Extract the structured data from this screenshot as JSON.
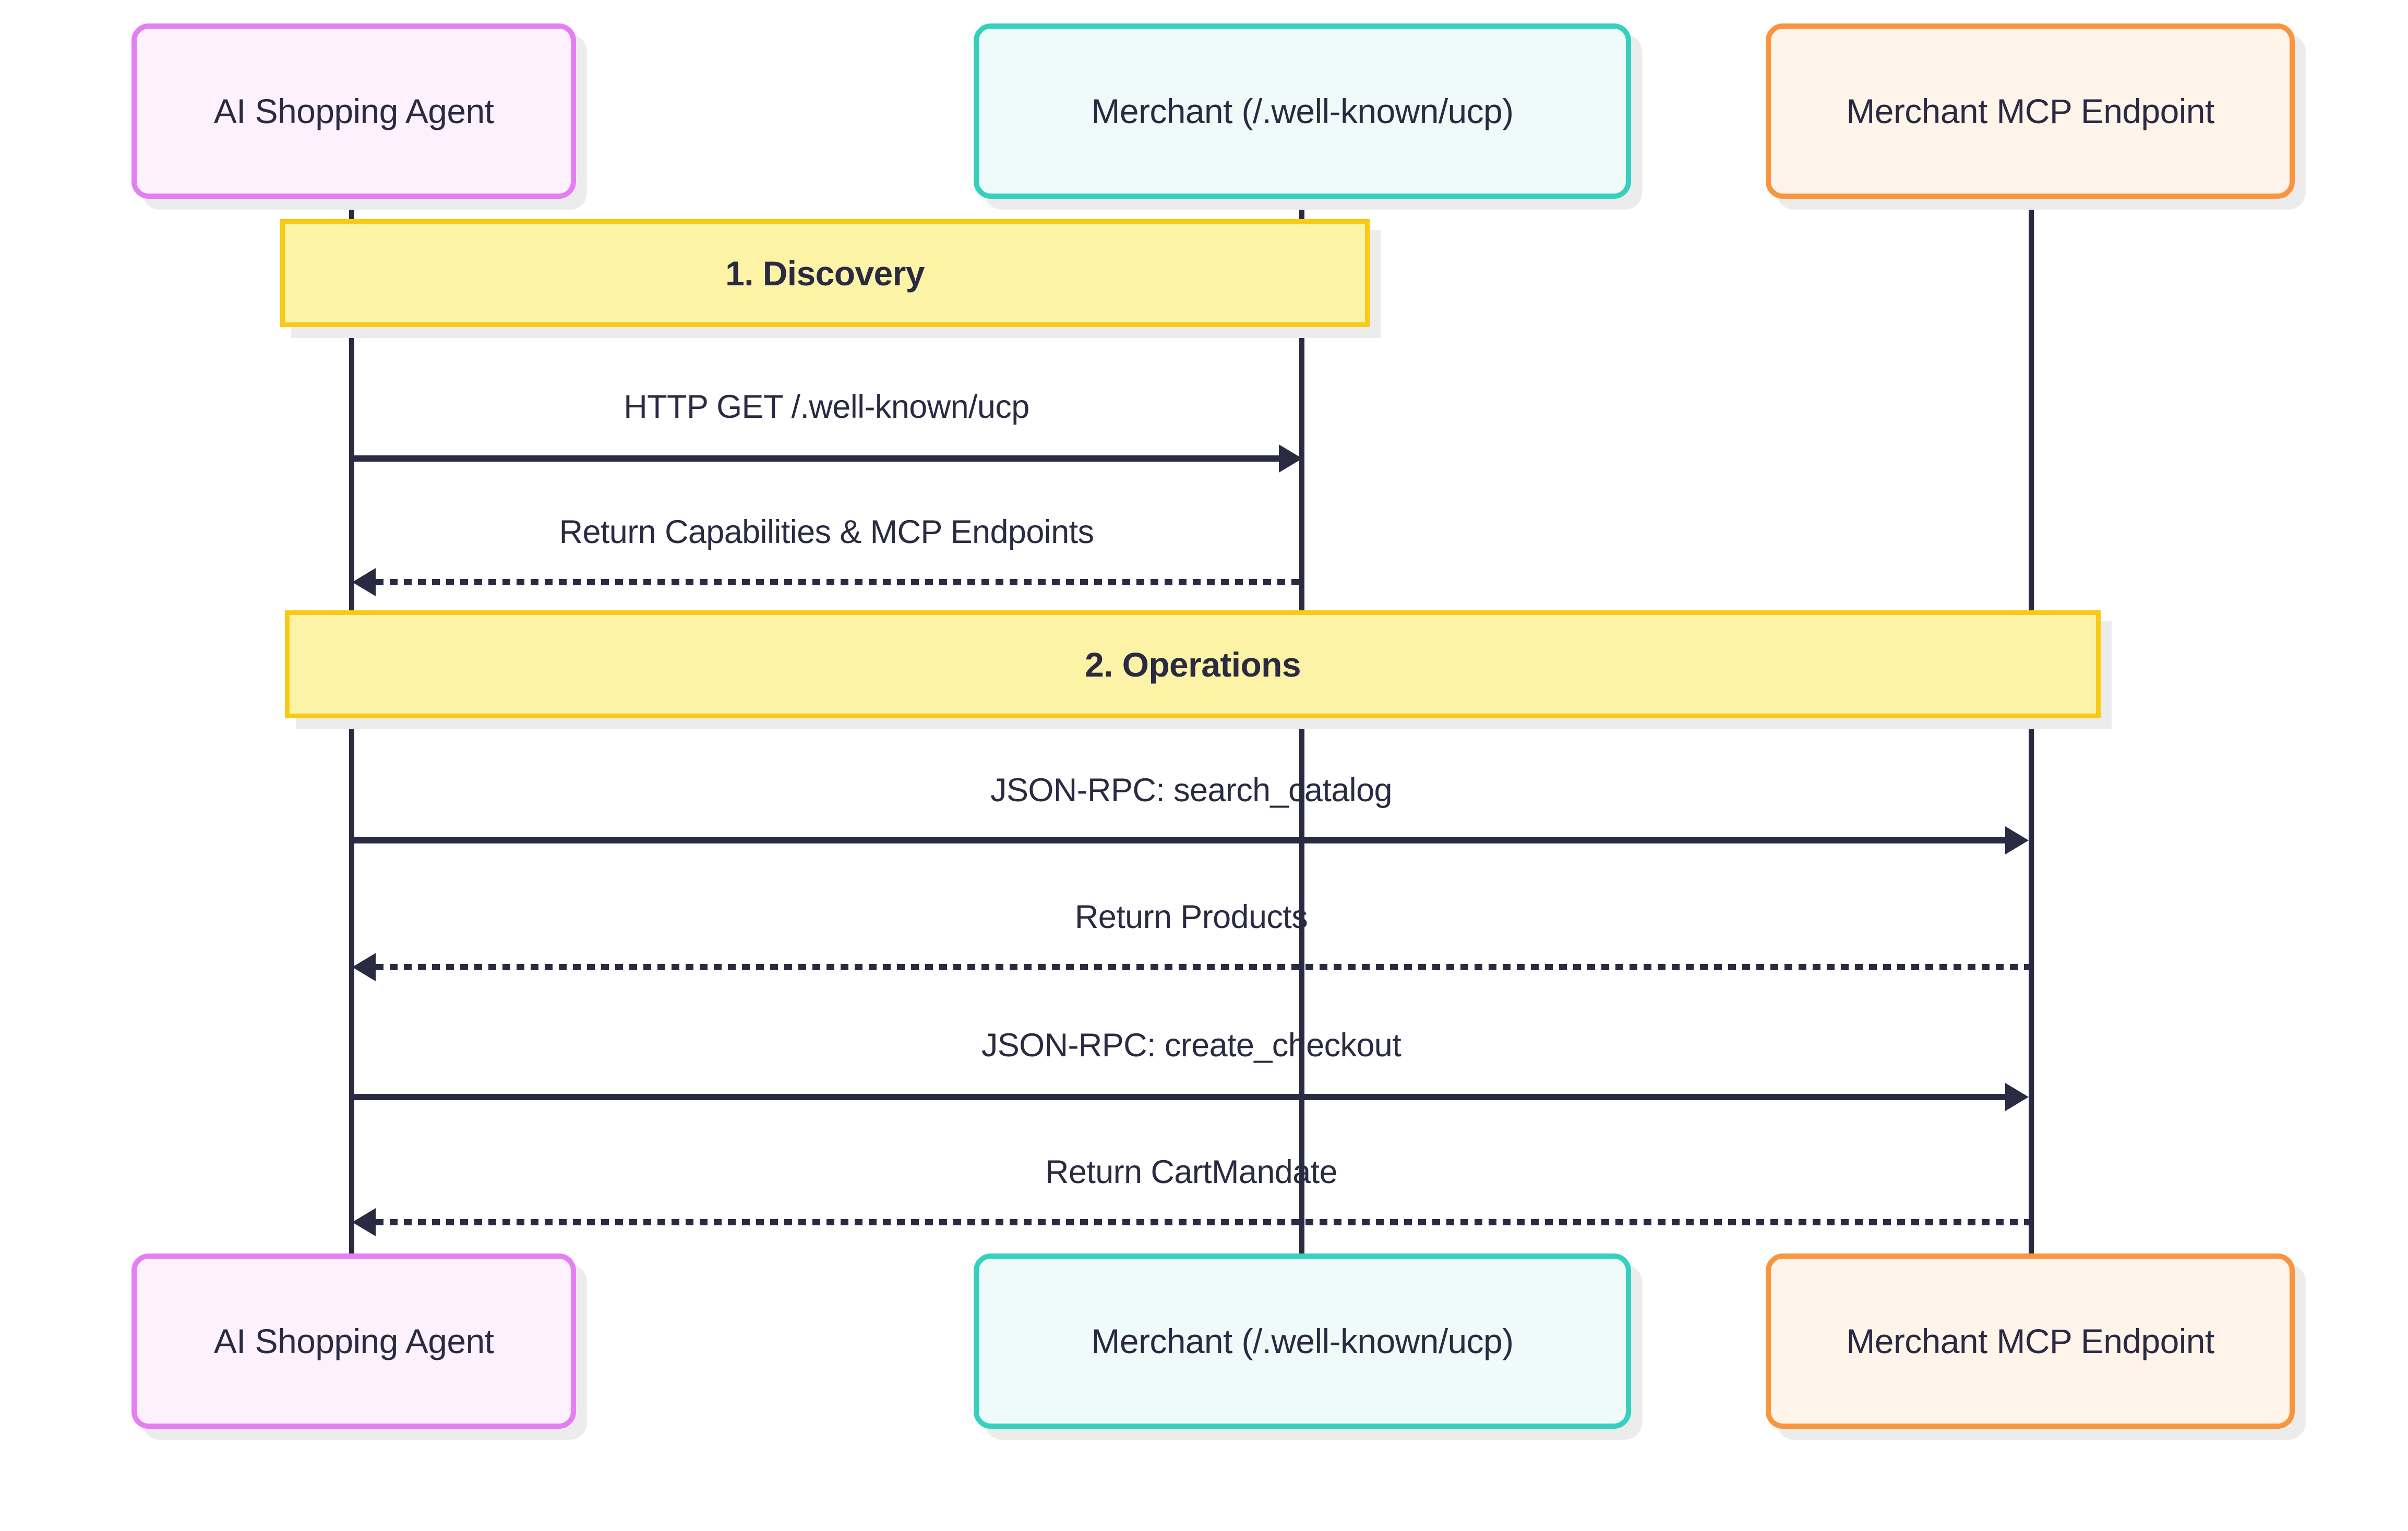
{
  "diagram_type": "sequence",
  "colors": {
    "ink": "#2a2b42",
    "agent_border": "#e57ef2",
    "agent_fill": "#fdf1fd",
    "merchant_border": "#35d0bf",
    "merchant_fill": "#eefbf9",
    "mcp_border": "#f9953f",
    "mcp_fill": "#fef4ea",
    "section_fill": "#fdf3a6",
    "section_border": "#f7ca15",
    "shadow": "#ececec",
    "background": "#ffffff"
  },
  "actors": [
    {
      "label": "AI Shopping Agent"
    },
    {
      "label": "Merchant (/.well-known/ucp)"
    },
    {
      "label": "Merchant MCP Endpoint"
    }
  ],
  "sections": [
    {
      "label": "1. Discovery"
    },
    {
      "label": "2. Operations"
    }
  ],
  "messages": [
    {
      "label": "HTTP GET /.well-known/ucp",
      "from": "AI Shopping Agent",
      "to": "Merchant (/.well-known/ucp)",
      "line": "solid"
    },
    {
      "label": "Return Capabilities & MCP Endpoints",
      "from": "Merchant (/.well-known/ucp)",
      "to": "AI Shopping Agent",
      "line": "dotted"
    },
    {
      "label": "JSON-RPC: search_catalog",
      "from": "AI Shopping Agent",
      "to": "Merchant MCP Endpoint",
      "line": "solid"
    },
    {
      "label": "Return Products",
      "from": "Merchant MCP Endpoint",
      "to": "AI Shopping Agent",
      "line": "dotted"
    },
    {
      "label": "JSON-RPC: create_checkout",
      "from": "AI Shopping Agent",
      "to": "Merchant MCP Endpoint",
      "line": "solid"
    },
    {
      "label": "Return CartMandate",
      "from": "Merchant MCP Endpoint",
      "to": "AI Shopping Agent",
      "line": "dotted"
    }
  ]
}
